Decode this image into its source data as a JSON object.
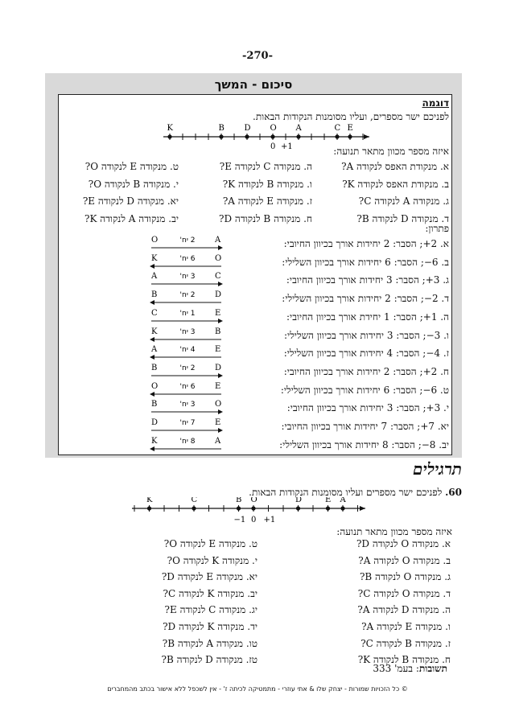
{
  "page_number": "-270-",
  "summary_title": "סיכום - המשך",
  "example": {
    "heading": "דוגמה",
    "intro": "לפניכם ישר מספרים, ועליו מסומנות הנקודות הבאות.",
    "number_line": {
      "points": [
        "K",
        "B",
        "D",
        "O",
        "A",
        "C",
        "E"
      ],
      "zero": "0",
      "plus_one": "+1"
    },
    "question": "איזה מספר מכוון מתאר תנועה:",
    "items": [
      {
        "label": "א.",
        "text": "מנקודת האפס לנקודה A?"
      },
      {
        "label": "ב.",
        "text": "מנקודת האפס לנקודה K?"
      },
      {
        "label": "ג.",
        "text": "מנקודה A לנקודה C?"
      },
      {
        "label": "ד.",
        "text": "מנקודה D לנקודה B?"
      },
      {
        "label": "ה.",
        "text": "מנקודה C לנקודה E?"
      },
      {
        "label": "ו.",
        "text": "מנקודה B לנקודה K?"
      },
      {
        "label": "ז.",
        "text": "מנקודה E לנקודה A?"
      },
      {
        "label": "ח.",
        "text": "מנקודה B לנקודה D?"
      },
      {
        "label": "ט.",
        "text": "מנקודה E לנקודה O?"
      },
      {
        "label": "י.",
        "text": "מנקודה B לנקודה O?"
      },
      {
        "label": "יא.",
        "text": "מנקודה D לנקודה E?"
      },
      {
        "label": "יב.",
        "text": "מנקודה A לנקודה K?"
      }
    ],
    "solution_heading": "פתרון:",
    "solutions": [
      {
        "label": "א.",
        "answer": "+2",
        "expl": "; הסבר: 2 יחידות אורך בכיוון החיובי:",
        "units": "2 יח'",
        "left": "O",
        "right": "A",
        "dir": "right"
      },
      {
        "label": "ב.",
        "answer": "−6",
        "expl": "; הסבר: 6 יחידות אורך בכיוון השלילי:",
        "units": "6 יח'",
        "left": "K",
        "right": "O",
        "dir": "left"
      },
      {
        "label": "ג.",
        "answer": "+3",
        "expl": "; הסבר: 3 יחידות אורך בכיוון החיובי:",
        "units": "3 יח'",
        "left": "A",
        "right": "C",
        "dir": "right"
      },
      {
        "label": "ד.",
        "answer": "−2",
        "expl": "; הסבר: 2 יחידות אורך בכיוון השלילי:",
        "units": "2 יח'",
        "left": "B",
        "right": "D",
        "dir": "left"
      },
      {
        "label": "ה.",
        "answer": "+1",
        "expl": "; הסבר: 1 יחידת אורך בכיוון החיובי:",
        "units": "1 יח'",
        "left": "C",
        "right": "E",
        "dir": "right"
      },
      {
        "label": "ו.",
        "answer": "−3",
        "expl": "; הסבר: 3 יחידות אורך בכיוון השלילי:",
        "units": "3 יח'",
        "left": "K",
        "right": "B",
        "dir": "left"
      },
      {
        "label": "ז.",
        "answer": "−4",
        "expl": "; הסבר: 4 יחידות אורך בכיוון השלילי:",
        "units": "4 יח'",
        "left": "A",
        "right": "E",
        "dir": "left"
      },
      {
        "label": "ח.",
        "answer": "+2",
        "expl": "; הסבר: 2 יחידות אורך בכיוון החיובי:",
        "units": "2 יח'",
        "left": "B",
        "right": "D",
        "dir": "right"
      },
      {
        "label": "ט.",
        "answer": "−6",
        "expl": "; הסבר: 6 יחידות אורך בכיוון השלילי:",
        "units": "6 יח'",
        "left": "O",
        "right": "E",
        "dir": "left"
      },
      {
        "label": "י.",
        "answer": "+3",
        "expl": "; הסבר: 3 יחידות אורך בכיוון החיובי:",
        "units": "3 יח'",
        "left": "B",
        "right": "O",
        "dir": "right"
      },
      {
        "label": "יא.",
        "answer": "+7",
        "expl": "; הסבר: 7 יחידות אורך בכיוון החיובי:",
        "units": "7 יח'",
        "left": "D",
        "right": "E",
        "dir": "right"
      },
      {
        "label": "יב.",
        "answer": "−8",
        "expl": "; הסבר: 8 יחידות אורך בכיוון השלילי:",
        "units": "8 יח'",
        "left": "K",
        "right": "A",
        "dir": "left"
      }
    ]
  },
  "exercises_heading": "תרגילים",
  "exercise": {
    "number": "60.",
    "intro": "לפניכם ישר מספרים ועליו מסומנות הנקודות הבאות.",
    "number_line": {
      "points": [
        "K",
        "C",
        "B",
        "O",
        "D",
        "E",
        "A"
      ],
      "minus_one": "−1",
      "zero": "0",
      "plus_one": "+1"
    },
    "question": "איזה מספר מכוון מתאר תנועה:",
    "items": [
      {
        "label": "א.",
        "text": "מנקודה O לנקודה D?"
      },
      {
        "label": "ב.",
        "text": "מנקודה O לנקודה A?"
      },
      {
        "label": "ג.",
        "text": "מנקודה O לנקודה B?"
      },
      {
        "label": "ד.",
        "text": "מנקודה O לנקודה C?"
      },
      {
        "label": "ה.",
        "text": "מנקודה D לנקודה A?"
      },
      {
        "label": "ו.",
        "text": "מנקודה E לנקודה A?"
      },
      {
        "label": "ז.",
        "text": "מנקודה B לנקודה C?"
      },
      {
        "label": "ח.",
        "text": "מנקודה B לנקודה K?"
      },
      {
        "label": "ט.",
        "text": "מנקודה E לנקודה O?"
      },
      {
        "label": "י.",
        "text": "מנקודה K לנקודה O?"
      },
      {
        "label": "יא.",
        "text": "מנקודה E לנקודה D?"
      },
      {
        "label": "יב.",
        "text": "מנקודה K לנקודה C?"
      },
      {
        "label": "יג.",
        "text": "מנקודה C לנקודה E?"
      },
      {
        "label": "יד.",
        "text": "מנקודה K לנקודה D?"
      },
      {
        "label": "טו.",
        "text": "מנקודה A לנקודה B?"
      },
      {
        "label": "טז.",
        "text": "מנקודה D לנקודה B?"
      }
    ],
    "answers_label": "תשובות",
    "answers_text": ": בעמ' 333"
  },
  "footer": "© כל הזכויות שמורות - יצחק שלו & אתי עוזרי - מתמטיקה לכיתה ז' - אין לשכפל ללא אישור בכתב מהמחברים"
}
